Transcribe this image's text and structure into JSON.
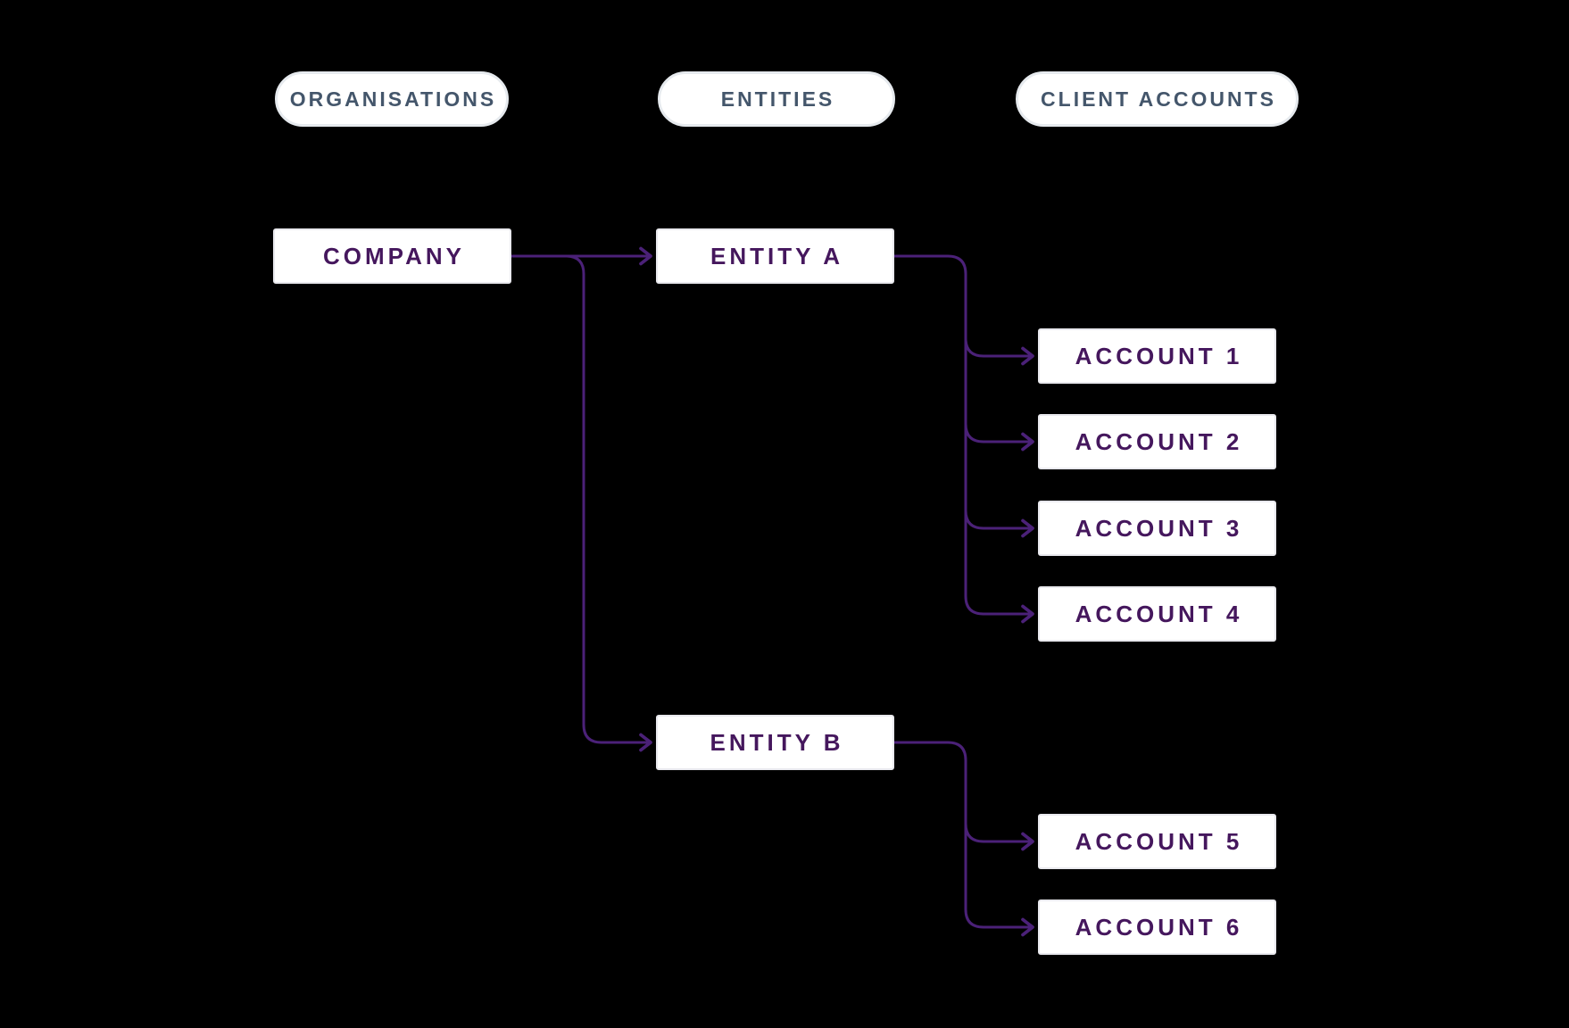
{
  "canvas": {
    "background": "#000000"
  },
  "colors": {
    "line": "#4b2178",
    "box_text": "#45175d",
    "pill_text": "#44566b",
    "box_bg": "#ffffff",
    "box_border": "#e9e9ee",
    "pill_border": "#e6eaee"
  },
  "column_headers": [
    {
      "id": "organisations",
      "label": "ORGANISATIONS"
    },
    {
      "id": "entities",
      "label": "ENTITIES"
    },
    {
      "id": "client-accounts",
      "label": "CLIENT ACCOUNTS"
    }
  ],
  "nodes": {
    "company": {
      "label": "COMPANY"
    },
    "entity_a": {
      "label": "ENTITY A"
    },
    "entity_b": {
      "label": "ENTITY B"
    },
    "accounts": [
      {
        "label": "ACCOUNT 1"
      },
      {
        "label": "ACCOUNT 2"
      },
      {
        "label": "ACCOUNT 3"
      },
      {
        "label": "ACCOUNT 4"
      },
      {
        "label": "ACCOUNT 5"
      },
      {
        "label": "ACCOUNT 6"
      }
    ]
  },
  "edges": [
    {
      "from": "COMPANY",
      "to": "ENTITY A"
    },
    {
      "from": "COMPANY",
      "to": "ENTITY B"
    },
    {
      "from": "ENTITY A",
      "to": "ACCOUNT 1"
    },
    {
      "from": "ENTITY A",
      "to": "ACCOUNT 2"
    },
    {
      "from": "ENTITY A",
      "to": "ACCOUNT 3"
    },
    {
      "from": "ENTITY A",
      "to": "ACCOUNT 4"
    },
    {
      "from": "ENTITY B",
      "to": "ACCOUNT 5"
    },
    {
      "from": "ENTITY B",
      "to": "ACCOUNT 6"
    }
  ]
}
